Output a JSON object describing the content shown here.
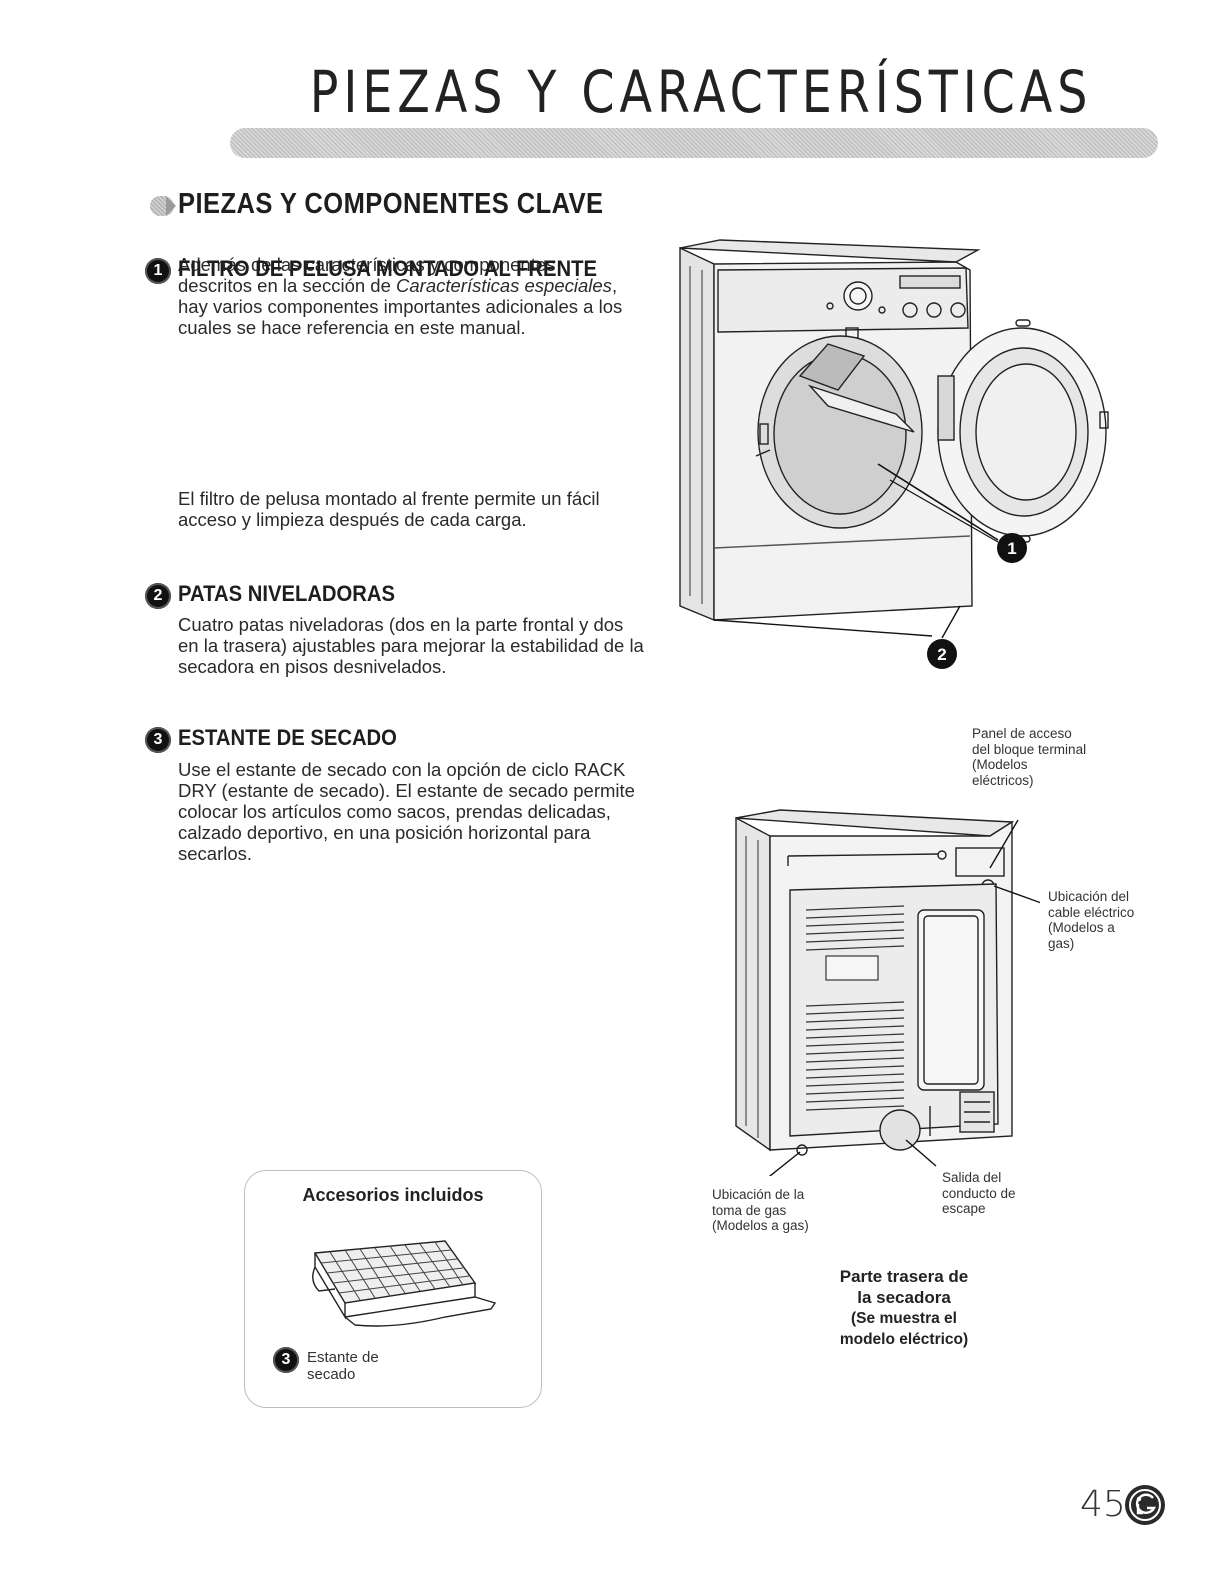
{
  "header": {
    "title": "PIEZAS Y CARACTERÍSTICAS"
  },
  "section": {
    "title": "PIEZAS Y COMPONENTES CLAVE",
    "intro_before": "Además de las características y componentes descritos en la sección de ",
    "intro_italic": "Características especiales",
    "intro_after": ", hay varios componentes importantes adicionales a los cuales se hace referencia en este manual."
  },
  "features": [
    {
      "number": "1",
      "title": "FILTRO DE PELUSA MONTADO AL FRENTE",
      "description": "El filtro de pelusa montado al frente permite un fácil acceso y limpieza después de cada carga."
    },
    {
      "number": "2",
      "title": "PATAS NIVELADORAS",
      "description": "Cuatro patas niveladoras (dos en la parte frontal y dos en la trasera) ajustables para mejorar la estabilidad de la secadora en pisos desnivelados."
    },
    {
      "number": "3",
      "title": "ESTANTE DE SECADO",
      "description": "Use el estante de secado con la opción de ciclo RACK DRY (estante de secado). El estante de secado permite colocar los artículos como sacos, prendas delicadas, calzado deportivo, en una posición horizontal para secarlos."
    }
  ],
  "accessories": {
    "title": "Accesorios incluidos",
    "item_number": "3",
    "item_label": "Estante de secado"
  },
  "front_diagram": {
    "marker_1": "1",
    "marker_2": "2"
  },
  "rear_diagram": {
    "callout_panel": "Panel de acceso del bloque terminal (Modelos eléctricos)",
    "callout_power_cord": "Ubicación del cable eléctrico (Modelos a gas)",
    "callout_gas_inlet": "Ubicación de la toma de gas (Modelos a gas)",
    "callout_exhaust": "Salida del conducto de escape",
    "caption_line1": "Parte trasera de",
    "caption_line2": "la secadora",
    "caption_line3": "(Se muestra el",
    "caption_line4": "modelo eléctrico)"
  },
  "footer": {
    "page_number": "45",
    "logo_icon": "lg-logo-icon"
  }
}
